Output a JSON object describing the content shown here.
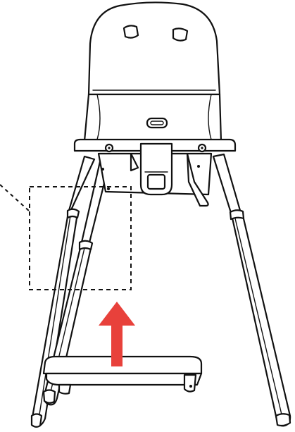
{
  "illustration": {
    "subject": "high-chair-assembly-step",
    "colors": {
      "line": "#111111",
      "background": "#ffffff",
      "arrow": "#e8413b"
    },
    "arrow_direction": "up",
    "callout_style": "dashed-rectangle"
  }
}
